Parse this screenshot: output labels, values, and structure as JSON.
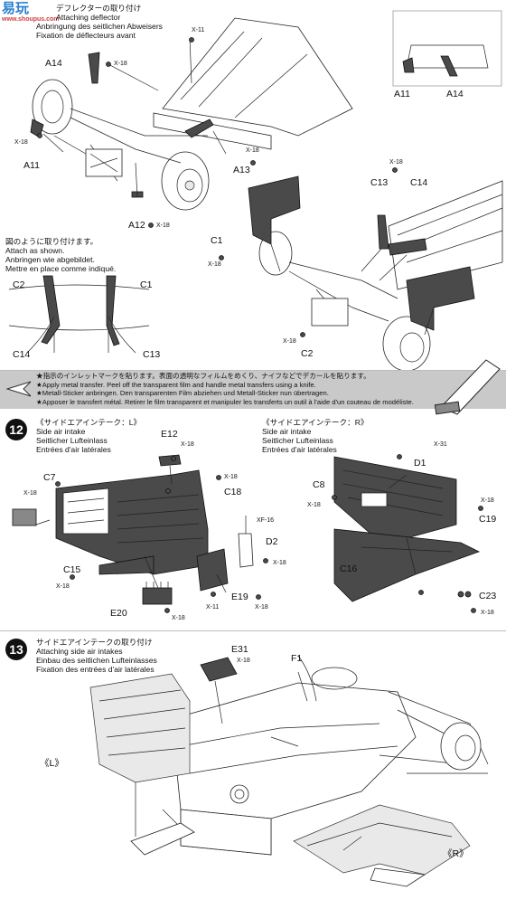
{
  "watermark": {
    "line1": "易玩",
    "line2": "www.shoupus.com"
  },
  "top": {
    "title_jp": "デフレクターの取り付け",
    "title_en": "Attaching deflector",
    "title_de": "Anbringung des seitlichen Abweisers",
    "title_fr": "Fixation de déflecteurs avant",
    "labels": {
      "x11": "X-11",
      "a14": "A14",
      "x18a": "X-18",
      "x18b": "X-18",
      "a11": "A11",
      "a13": "A13",
      "x18c": "X-18",
      "a12": "A12",
      "x18d": "X-18",
      "a11r": "A11",
      "a14r": "A14"
    }
  },
  "mirror": {
    "jp": "図のように取り付けます。",
    "en": "Attach as shown.",
    "de": "Anbringen wie abgebildet.",
    "fr": "Mettre en place comme indiqué.",
    "labels": {
      "c2": "C2",
      "c1": "C1",
      "c14": "C14",
      "c13": "C13"
    }
  },
  "right_assembly": {
    "labels": {
      "x18a": "X-18",
      "c13": "C13",
      "c14": "C14",
      "c1": "C1",
      "x18b": "X-18",
      "x18c": "X-18",
      "c2": "C2"
    }
  },
  "notice": {
    "jp": "★指示のインレットマークを貼ります。表面の透明なフィルムをめくり、ナイフなどでデカールを貼ります。",
    "en": "★Apply metal transfer. Peel off the transparent film and handle metal transfers using a knife.",
    "de": "★Metall-Sticker anbringen. Den transparenten Film abziehen und Metall-Sticker nun übertragen.",
    "fr": "★Apposer le transfert métal. Retirer le film transparent et manipuler les transferts un outil à l'aide d'un couteau de modéliste."
  },
  "step12": {
    "number": "12",
    "left": {
      "jp": "《サイドエアインテーク：L》",
      "en": "Side air intake",
      "de": "Seitlicher Lufteinlass",
      "fr": "Entrées d'air latérales"
    },
    "right": {
      "jp": "《サイドエアインテーク：R》",
      "en": "Side air intake",
      "de": "Seitlicher Lufteinlass",
      "fr": "Entrées d'air latérales"
    },
    "labels": {
      "e12": "E12",
      "x18a": "X-18",
      "c7": "C7",
      "x18b": "X-18",
      "x18c": "X-18",
      "c18": "C18",
      "xf16": "XF-16",
      "d2": "D2",
      "x18d": "X-18",
      "c15": "C15",
      "x18e": "X-18",
      "e19": "E19",
      "x11": "X-11",
      "e20": "E20",
      "x18f": "X-18",
      "x18g": "X-18",
      "d1": "D1",
      "x31": "X-31",
      "c8": "C8",
      "x18h": "X-18",
      "x18i": "X-18",
      "c19": "C19",
      "c16": "C16",
      "c23": "C23",
      "x18j": "X-18"
    }
  },
  "step13": {
    "number": "13",
    "jp": "サイドエアインテークの取り付け",
    "en": "Attaching side air intakes",
    "de": "Einbau des seitlichen Lufteinlasses",
    "fr": "Fixation des entrées d'air latérales",
    "labels": {
      "e31": "E31",
      "x18": "X-18",
      "f1": "F1",
      "l": "《L》",
      "r": "《R》"
    }
  }
}
